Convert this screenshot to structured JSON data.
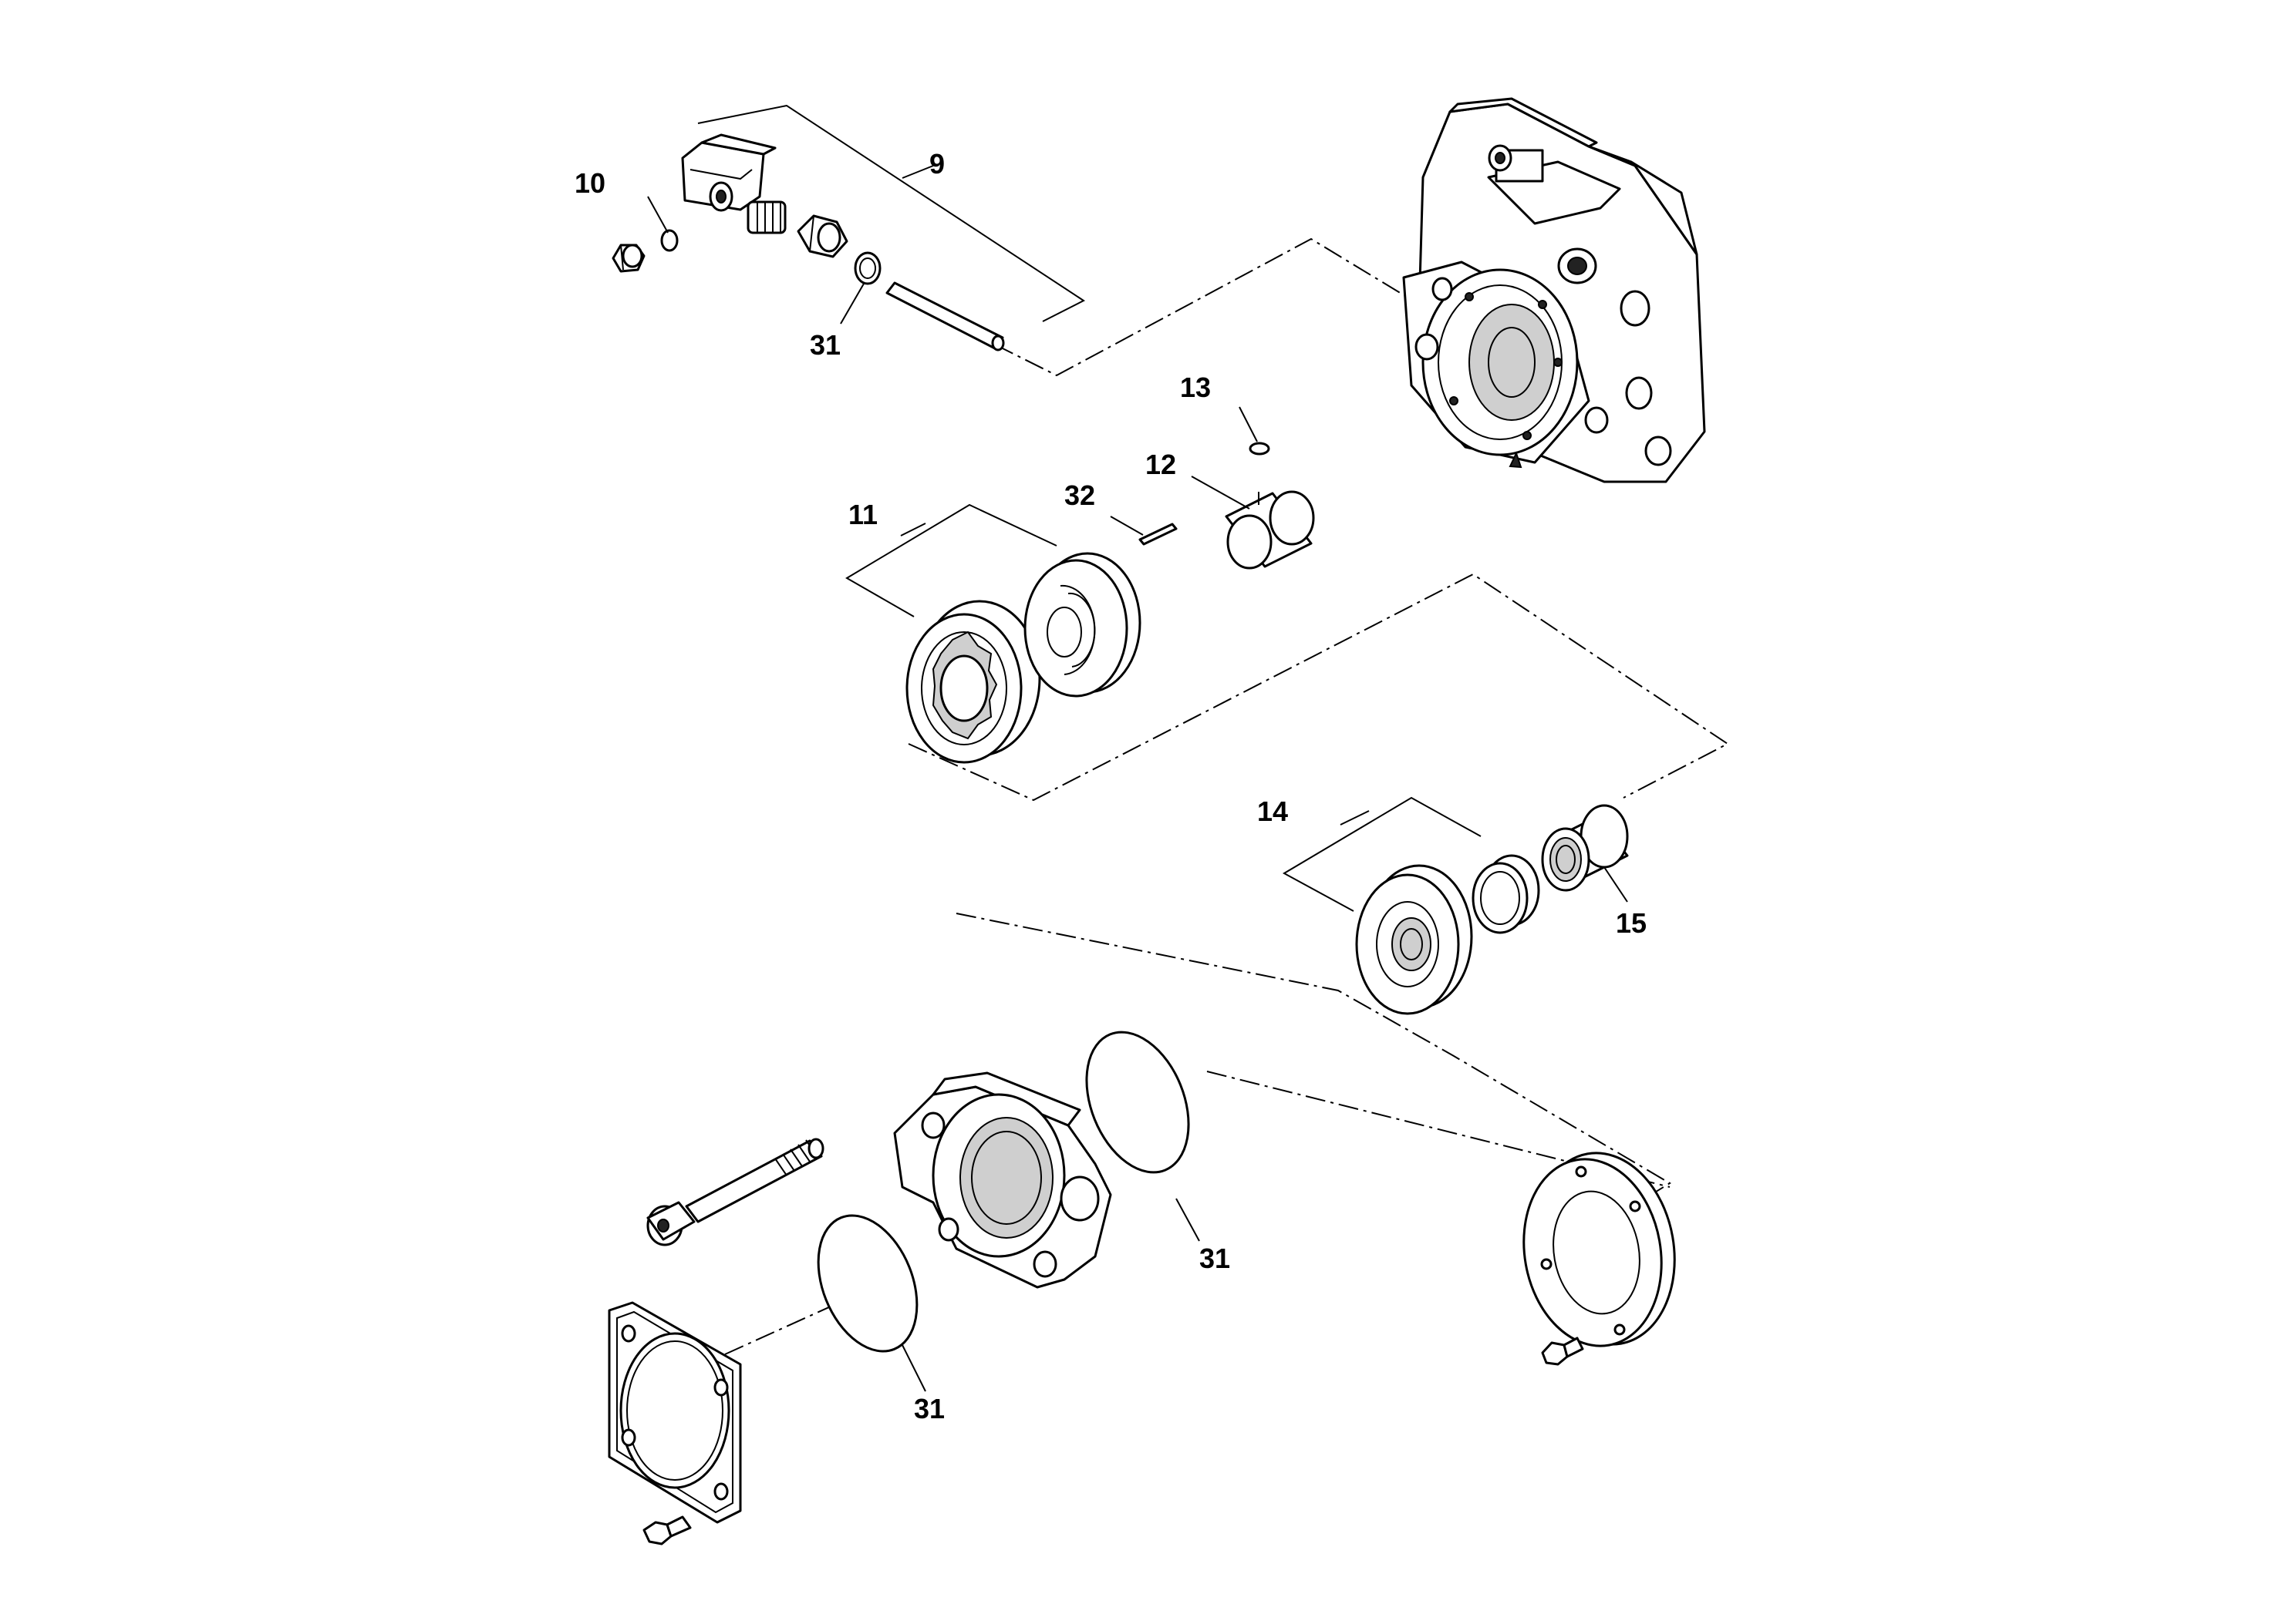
{
  "diagram": {
    "callouts": {
      "c9": "9",
      "c10": "10",
      "c31a": "31",
      "c13": "13",
      "c12": "12",
      "c32": "32",
      "c11": "11",
      "c14": "14",
      "c15": "15",
      "c31b": "31",
      "c31c": "31"
    }
  }
}
